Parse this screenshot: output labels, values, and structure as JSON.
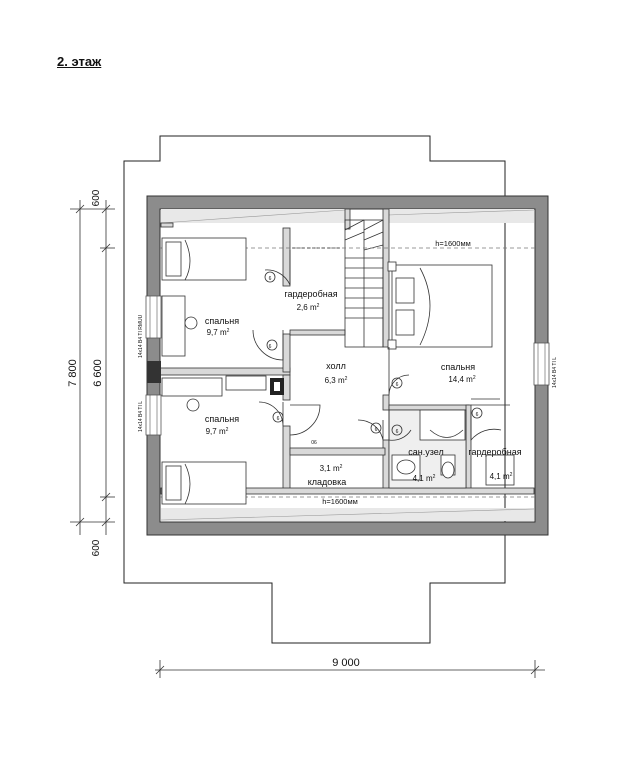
{
  "page": {
    "title": "2. этаж"
  },
  "dimensions": {
    "left_total": "7 800",
    "left_inner": "6 600",
    "left_top": "600",
    "left_bottom": "600",
    "bottom_width": "9 000"
  },
  "rooms": [
    {
      "key": "bedroom_tl",
      "name": "спальня",
      "area": "9,7"
    },
    {
      "key": "wardrobe_top",
      "name": "гардеробная",
      "area": "2,6"
    },
    {
      "key": "hall",
      "name": "холл",
      "area": "6,3"
    },
    {
      "key": "bedroom_right",
      "name": "спальня",
      "area": "14,4"
    },
    {
      "key": "bedroom_bl",
      "name": "спальня",
      "area": "9,7"
    },
    {
      "key": "storage",
      "name": "кладовка",
      "area": "3,1"
    },
    {
      "key": "bathroom",
      "name": "сан.узел",
      "area": "4,1"
    },
    {
      "key": "wardrobe_right",
      "name": "гардеробная",
      "area": "4,1"
    }
  ],
  "unit": "m",
  "unit_exp": "2",
  "labels": {
    "height_top": "h=1600мм",
    "height_bottom": "h=1600мм",
    "window_left_top": "14x14 B4 TI RMUU",
    "window_left_bottom": "14x14 B4 TI L",
    "window_right": "14x14 B4 TI L",
    "door_codes": [
      "6",
      "6",
      "6",
      "6",
      "6",
      "6",
      "6",
      "06"
    ]
  }
}
